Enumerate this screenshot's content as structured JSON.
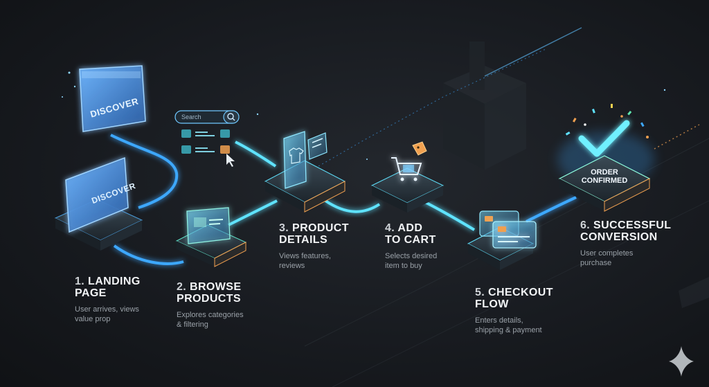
{
  "steps": [
    {
      "number": "1.",
      "title_line1": "LANDING",
      "title_line2": "PAGE",
      "desc_line1": "User arrives, views",
      "desc_line2": "value prop"
    },
    {
      "number": "2.",
      "title_line1": "BROWSE",
      "title_line2": "PRODUCTS",
      "desc_line1": "Explores categories",
      "desc_line2": "& filtering"
    },
    {
      "number": "3.",
      "title_line1": "PRODUCT",
      "title_line2": "DETAILS",
      "desc_line1": "Views features,",
      "desc_line2": "reviews"
    },
    {
      "number": "4.",
      "title_line1": "ADD",
      "title_line2": "TO CART",
      "desc_line1": "Selects desired",
      "desc_line2": "item to buy"
    },
    {
      "number": "5.",
      "title_line1": "CHECKOUT",
      "title_line2": "FLOW",
      "desc_line1": "Enters details,",
      "desc_line2": "shipping & payment"
    },
    {
      "number": "6.",
      "title_line1": "SUCCESSFUL",
      "title_line2": "CONVERSION",
      "desc_line1": "User completes",
      "desc_line2": "purchase"
    }
  ],
  "screens": {
    "discover_top": "DISCOVER",
    "discover_bottom": "DISCOVER",
    "search_placeholder": "Search",
    "order_line1": "ORDER",
    "order_line2": "CONFIRMED"
  },
  "colors": {
    "accent_blue": "#3ea8ff",
    "accent_cyan": "#5fe3ff",
    "accent_orange": "#f0a050",
    "accent_green": "#5fe6b0"
  },
  "icons": [
    "search-icon",
    "cursor-icon",
    "phone-shirt-icon",
    "cart-icon",
    "price-tag-icon",
    "credit-card-icon",
    "checkmark-icon",
    "sparkle-logo-icon"
  ]
}
